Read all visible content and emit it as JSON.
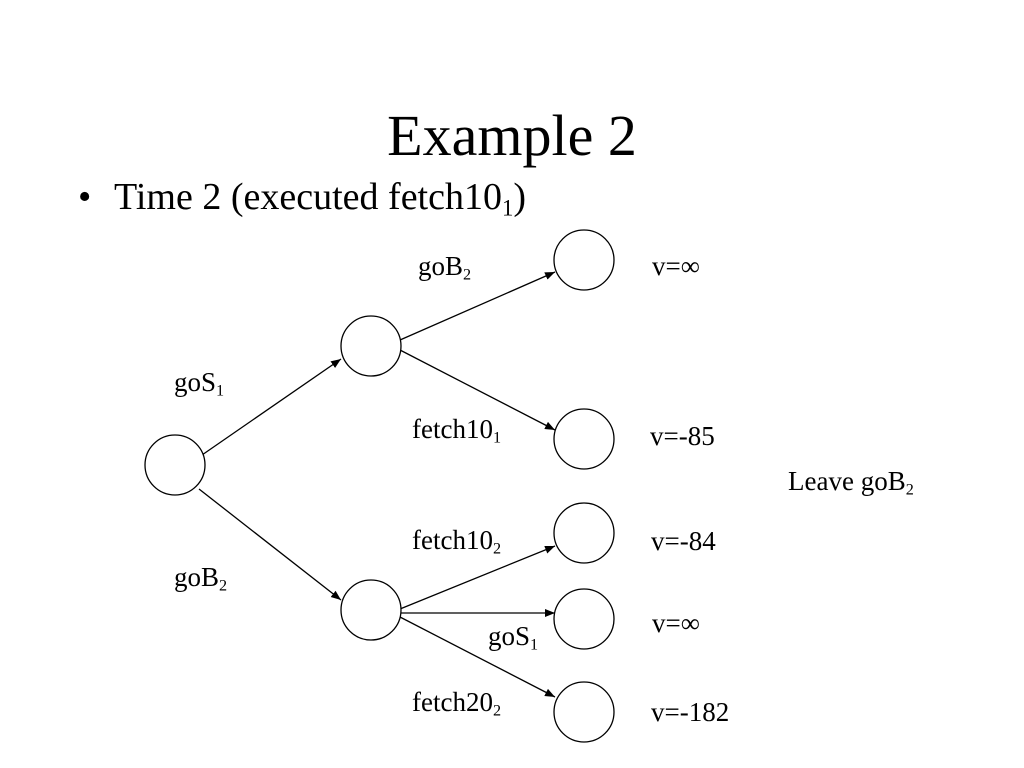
{
  "slide": {
    "title": "Example 2",
    "bullet": {
      "symbol": "•",
      "text": "Time 2 (executed fetch10",
      "sub": "1",
      "close": ")"
    }
  },
  "tree": {
    "edges": {
      "root_upper": {
        "text": "goS",
        "sub": "1"
      },
      "root_lower": {
        "text": "goB",
        "sub": "2"
      },
      "upper_top": {
        "text": "goB",
        "sub": "2"
      },
      "upper_bottom": {
        "text": "fetch10",
        "sub": "1"
      },
      "lower_first": {
        "text": "fetch10",
        "sub": "2"
      },
      "lower_second": {
        "text": "goS",
        "sub": "1"
      },
      "lower_third": {
        "text": "fetch20",
        "sub": "2"
      }
    },
    "values": {
      "leaf1": "v=∞",
      "leaf2": "v=-85",
      "leaf3": "v=-84",
      "leaf4": "v=∞",
      "leaf5": "v=-182"
    },
    "note": {
      "text": "Leave goB",
      "sub": "2"
    }
  }
}
